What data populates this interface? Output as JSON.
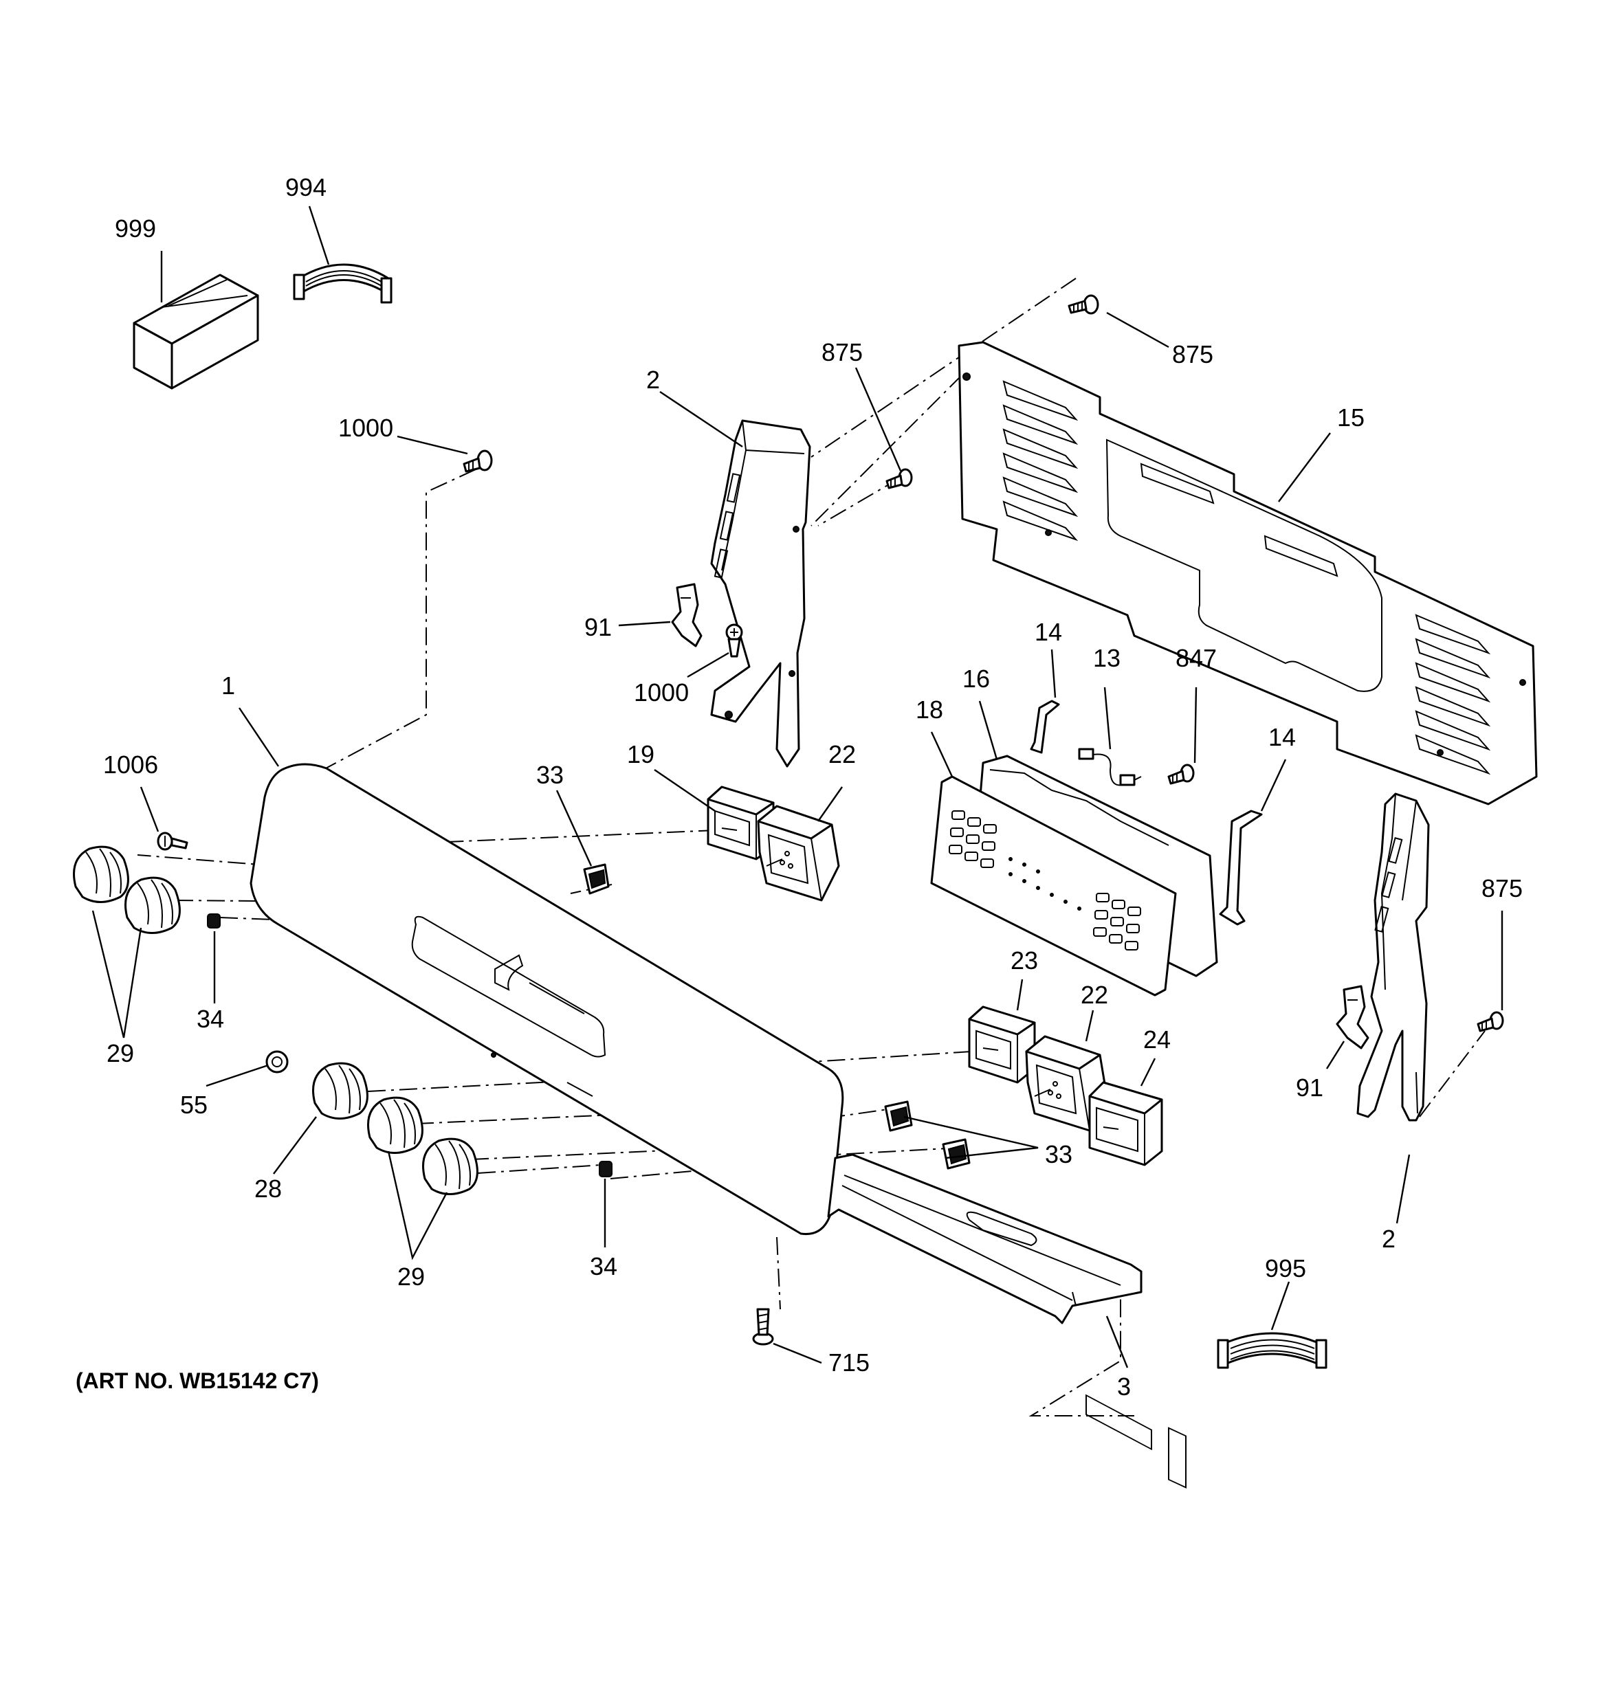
{
  "diagram": {
    "art_number": "(ART NO. WB15142 C7)",
    "callouts": {
      "c999": "999",
      "c994": "994",
      "c1000a": "1000",
      "c2a": "2",
      "c875a": "875",
      "c875b": "875",
      "c15": "15",
      "c91a": "91",
      "c1000b": "1000",
      "c1": "1",
      "c1006": "1006",
      "c33a": "33",
      "c19": "19",
      "c22a": "22",
      "c14a": "14",
      "c13": "13",
      "c847": "847",
      "c16": "16",
      "c18": "18",
      "c14b": "14",
      "c875c": "875",
      "c34a": "34",
      "c29a": "29",
      "c23": "23",
      "c22b": "22",
      "c24": "24",
      "c91b": "91",
      "c55": "55",
      "c28": "28",
      "c33b": "33",
      "c34b": "34",
      "c29b": "29",
      "c2b": "2",
      "c995": "995",
      "c715": "715",
      "c3": "3"
    },
    "colors": {
      "line": "#000000",
      "background": "#ffffff"
    }
  }
}
